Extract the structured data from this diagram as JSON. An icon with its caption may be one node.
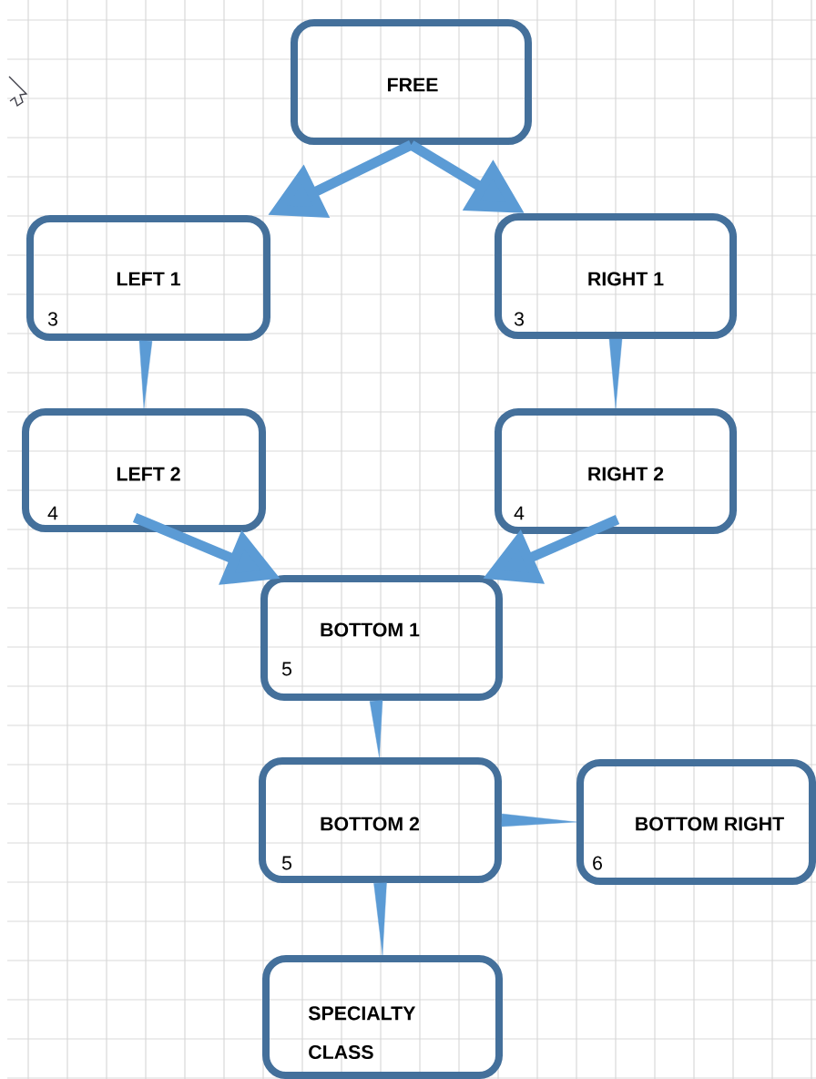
{
  "diagram": {
    "nodes": [
      {
        "text": [
          "FREE"
        ]
      },
      {
        "text": [
          "LEFT 1",
          "3"
        ]
      },
      {
        "text": [
          "RIGHT 1",
          "3"
        ]
      },
      {
        "text": [
          "LEFT 2",
          "4"
        ]
      },
      {
        "text": [
          "RIGHT 2",
          "4"
        ]
      },
      {
        "text": [
          "BOTTOM 1",
          "5"
        ]
      },
      {
        "text": [
          "BOTTOM 2",
          "5"
        ]
      },
      {
        "text": [
          "BOTTOM RIGHT",
          "6"
        ]
      },
      {
        "text": [
          "SPECIALTY CLASS"
        ]
      }
    ],
    "edges": [
      {
        "from": 0,
        "to": 1,
        "arrow": "to"
      },
      {
        "from": 0,
        "to": 2,
        "arrow": "to"
      },
      {
        "from": 1,
        "to": 3,
        "arrow": "none"
      },
      {
        "from": 2,
        "to": 4,
        "arrow": "none"
      },
      {
        "from": 3,
        "to": 5,
        "arrow": "to"
      },
      {
        "from": 4,
        "to": 5,
        "arrow": "to"
      },
      {
        "from": 5,
        "to": 6,
        "arrow": "none"
      },
      {
        "from": 6,
        "to": 7,
        "arrow": "none"
      },
      {
        "from": 6,
        "to": 8,
        "arrow": "none"
      }
    ]
  }
}
